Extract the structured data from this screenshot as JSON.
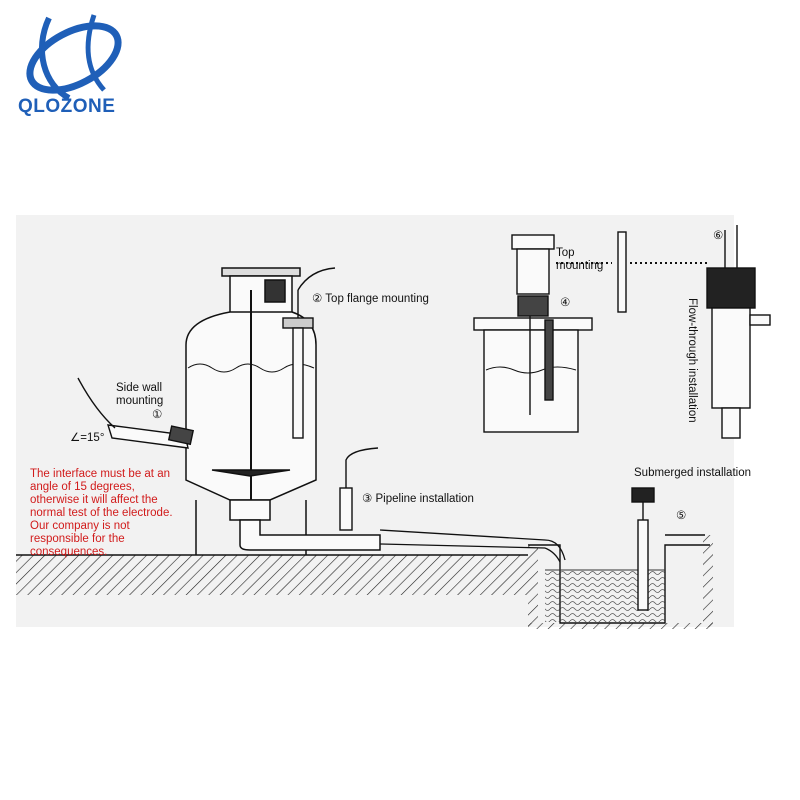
{
  "brand": {
    "name": "QLOZONE",
    "color": "#1f5fb8"
  },
  "labels": {
    "side_wall": "Side wall\nmounting",
    "side_wall_num": "①",
    "angle": "∠=15°",
    "top_flange": "② Top flange mounting",
    "pipeline": "③ Pipeline installation",
    "top_mounting": "Top\nmounting",
    "top_mounting_num": "④",
    "submerged": "Submerged installation",
    "submerged_num": "⑤",
    "flow_num": "⑥",
    "flow_through": "Flow-through installation"
  },
  "note": "The interface must be at an angle of 15 degrees, otherwise it will affect the normal test of the electrode. Our company is not responsible for the consequences.",
  "colors": {
    "note": "#d11b1b",
    "panel": "#f2f2f2",
    "line": "#111111"
  }
}
